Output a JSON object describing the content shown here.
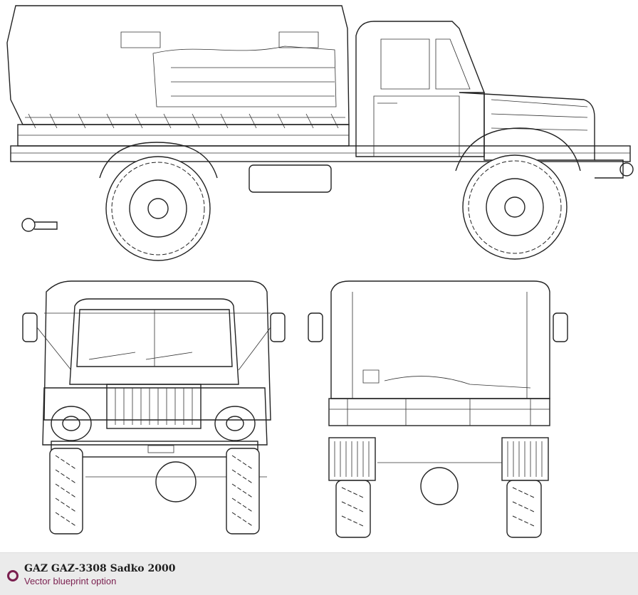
{
  "caption": {
    "title": "GAZ GAZ-3308 Sadko 2000",
    "subtitle": "Vector blueprint option",
    "icon": "ring-bullet-icon",
    "accent_color": "#7a1f4f"
  },
  "blueprint": {
    "views": [
      "side-view",
      "front-view",
      "rear-view"
    ]
  }
}
